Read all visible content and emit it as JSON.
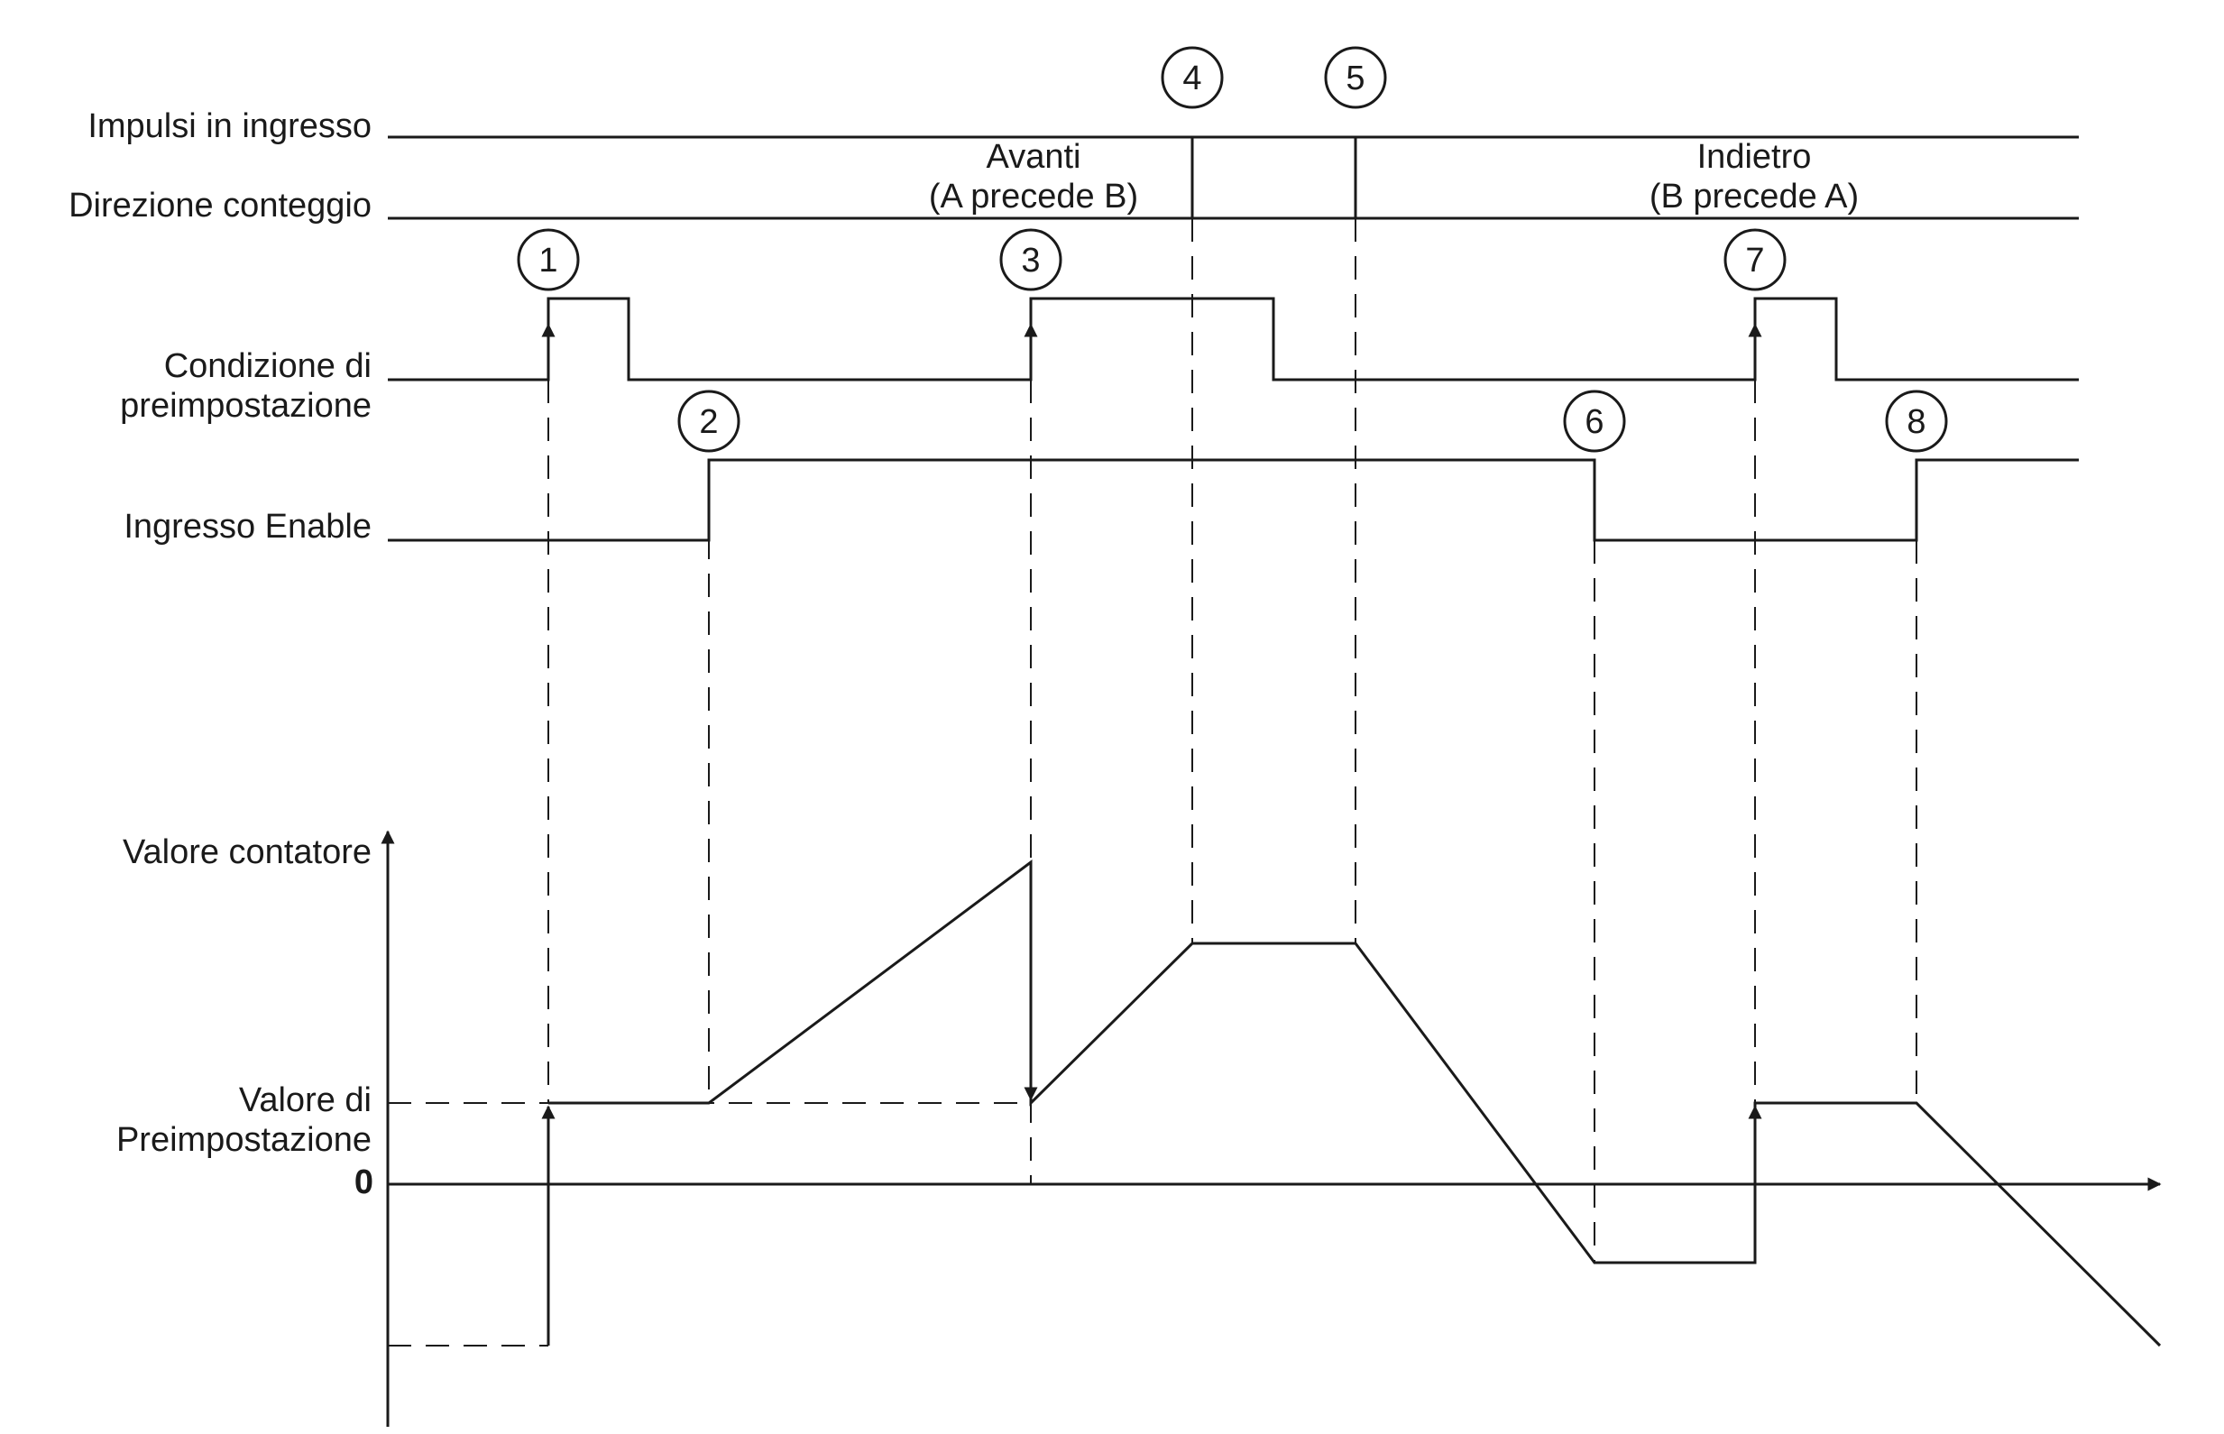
{
  "signals": {
    "impulsi": "Impulsi in ingresso",
    "direzione": "Direzione conteggio",
    "condizione_line1": "Condizione di",
    "condizione_line2": "preimpostazione",
    "enable": "Ingresso Enable"
  },
  "direction_labels": {
    "forward_line1": "Avanti",
    "forward_line2": "(A precede B)",
    "backward_line1": "Indietro",
    "backward_line2": "(B precede A)"
  },
  "axis": {
    "y_label": "Valore contatore",
    "preset_line1": "Valore di",
    "preset_line2": "Preimpostazione",
    "zero": "0"
  },
  "markers": [
    "1",
    "2",
    "3",
    "4",
    "5",
    "6",
    "7",
    "8"
  ]
}
